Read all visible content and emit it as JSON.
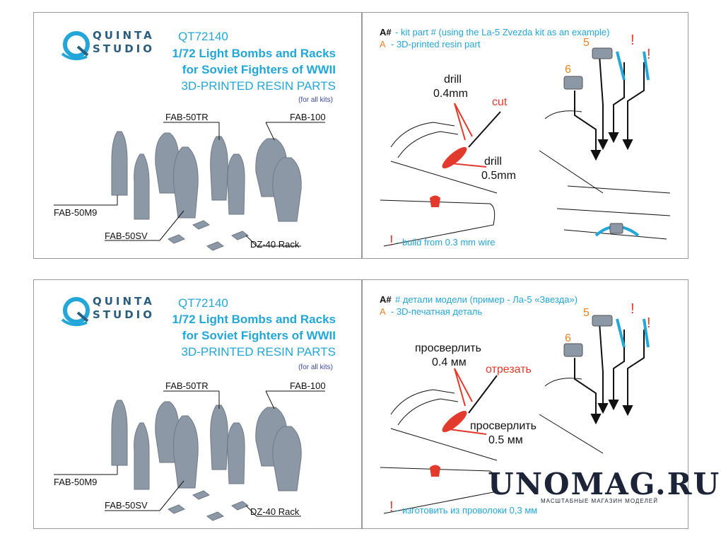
{
  "top": {
    "brand_line1": "QUINTA",
    "brand_line2": "STUDIO",
    "code": "QT72140",
    "title_line1": "1/72 Light Bombs and Racks",
    "title_line2": "for Soviet Fighters of WWII",
    "subtitle": "3D-PRINTED RESIN PARTS",
    "note": "(for all kits)",
    "labels": {
      "fab50tr": "FAB-50TR",
      "fab100": "FAB-100",
      "fab50m9": "FAB-50M9",
      "fab50sv": "FAB-50SV",
      "dz40": "DZ-40 Rack"
    },
    "legend_a_hash": "A#",
    "legend_a_hash_text": "- kit part # (using the La-5 Zvezda kit as an example)",
    "legend_a": "A",
    "legend_a_text": "- 3D-printed resin part",
    "drill1_line1": "drill",
    "drill1_line2": "0.4mm",
    "cut": "cut",
    "drill2_line1": "drill",
    "drill2_line2": "0.5mm",
    "num5": "5",
    "num6": "6",
    "excl": "!",
    "wire_text": "- build from 0.3 mm wire"
  },
  "bottom": {
    "brand_line1": "QUINTA",
    "brand_line2": "STUDIO",
    "code": "QT72140",
    "title_line1": "1/72 Light Bombs and Racks",
    "title_line2": "for Soviet Fighters of WWII",
    "subtitle": "3D-PRINTED RESIN PARTS",
    "note": "(for all kits)",
    "labels": {
      "fab50tr": "FAB-50TR",
      "fab100": "FAB-100",
      "fab50m9": "FAB-50M9",
      "fab50sv": "FAB-50SV",
      "dz40": "DZ-40 Rack"
    },
    "legend_a_hash": "A#",
    "legend_a_hash_text": "# детали модели (пример - Ла-5 «Звезда»)",
    "legend_a": "A",
    "legend_a_text": "- 3D-печатная деталь",
    "drill1_line1": "просверлить",
    "drill1_line2": "0.4 мм",
    "cut": "отрезать",
    "drill2_line1": "просверлить",
    "drill2_line2": "0.5 мм",
    "num5": "5",
    "num6": "6",
    "excl": "!",
    "wire_text": "- изготовить из проволоки 0,3 мм"
  },
  "watermark": {
    "main": "UNOMAG.RU",
    "sub": "МАСШТАБНЫЕ МАГАЗИН МОДЕЛЕЙ"
  },
  "colors": {
    "brand_blue": "#23a7d8",
    "logo_navy": "#2a5d7e",
    "accent_orange": "#f0821e",
    "accent_red": "#e23a2c",
    "resin_grey": "#8d98a6"
  }
}
